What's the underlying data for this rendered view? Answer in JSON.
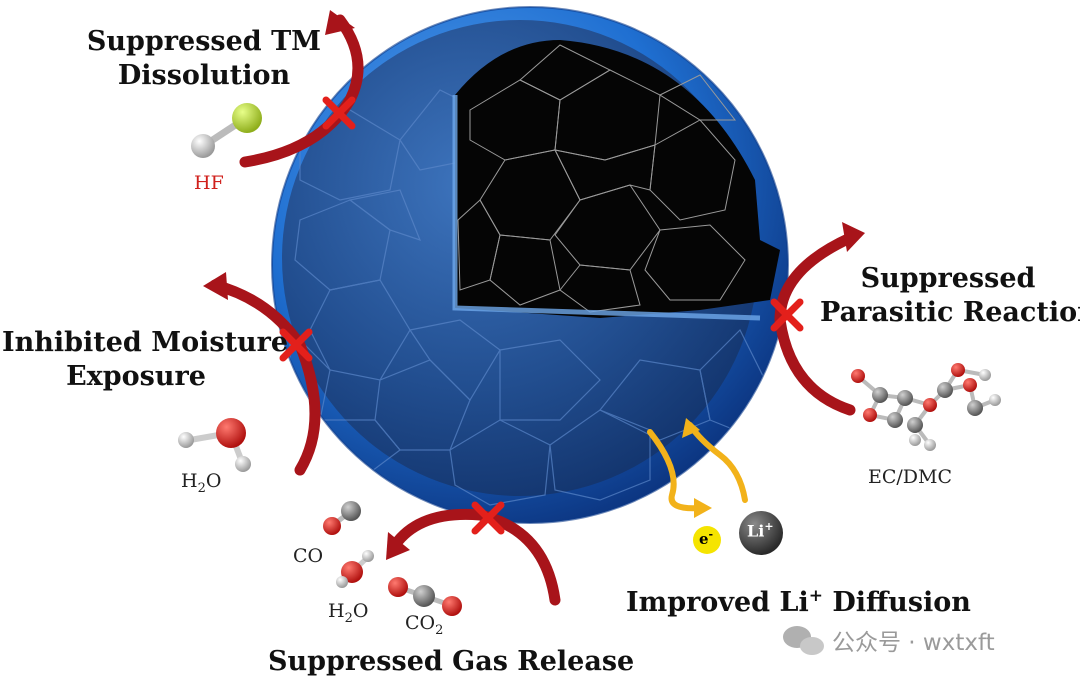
{
  "labels": {
    "tm_line1": "Suppressed TM",
    "tm_line2": "Dissolution",
    "moisture_line1": "Inhibited Moisture",
    "moisture_line2": "Exposure",
    "parasitic_line1": "Suppressed",
    "parasitic_line2": "Parasitic Reaction",
    "gas": "Suppressed Gas Release",
    "diffusion_pre": "Improved Li",
    "diffusion_sup": "+",
    "diffusion_post": " Diffusion"
  },
  "molecules": {
    "hf": "HF",
    "h2o_a": "H",
    "h2o_sub": "2",
    "h2o_b": "O",
    "ec_dmc": "EC/DMC",
    "co": "CO",
    "co2_a": "CO",
    "co2_sub": "2"
  },
  "carriers": {
    "electron": "e",
    "electron_sup": "-",
    "lithium": "Li",
    "lithium_sup": "+"
  },
  "watermark": {
    "text": "公众号 · wxtxft"
  },
  "colors": {
    "shell": "#1f6fd1",
    "core": "#050505",
    "arrow": "#a8141a",
    "cross": "#e3201b",
    "diffusion_arrow": "#f2b21a",
    "halogen": "#b8d63a",
    "oxygen": "#d81e1e",
    "carbon": "#7a7a7a"
  }
}
